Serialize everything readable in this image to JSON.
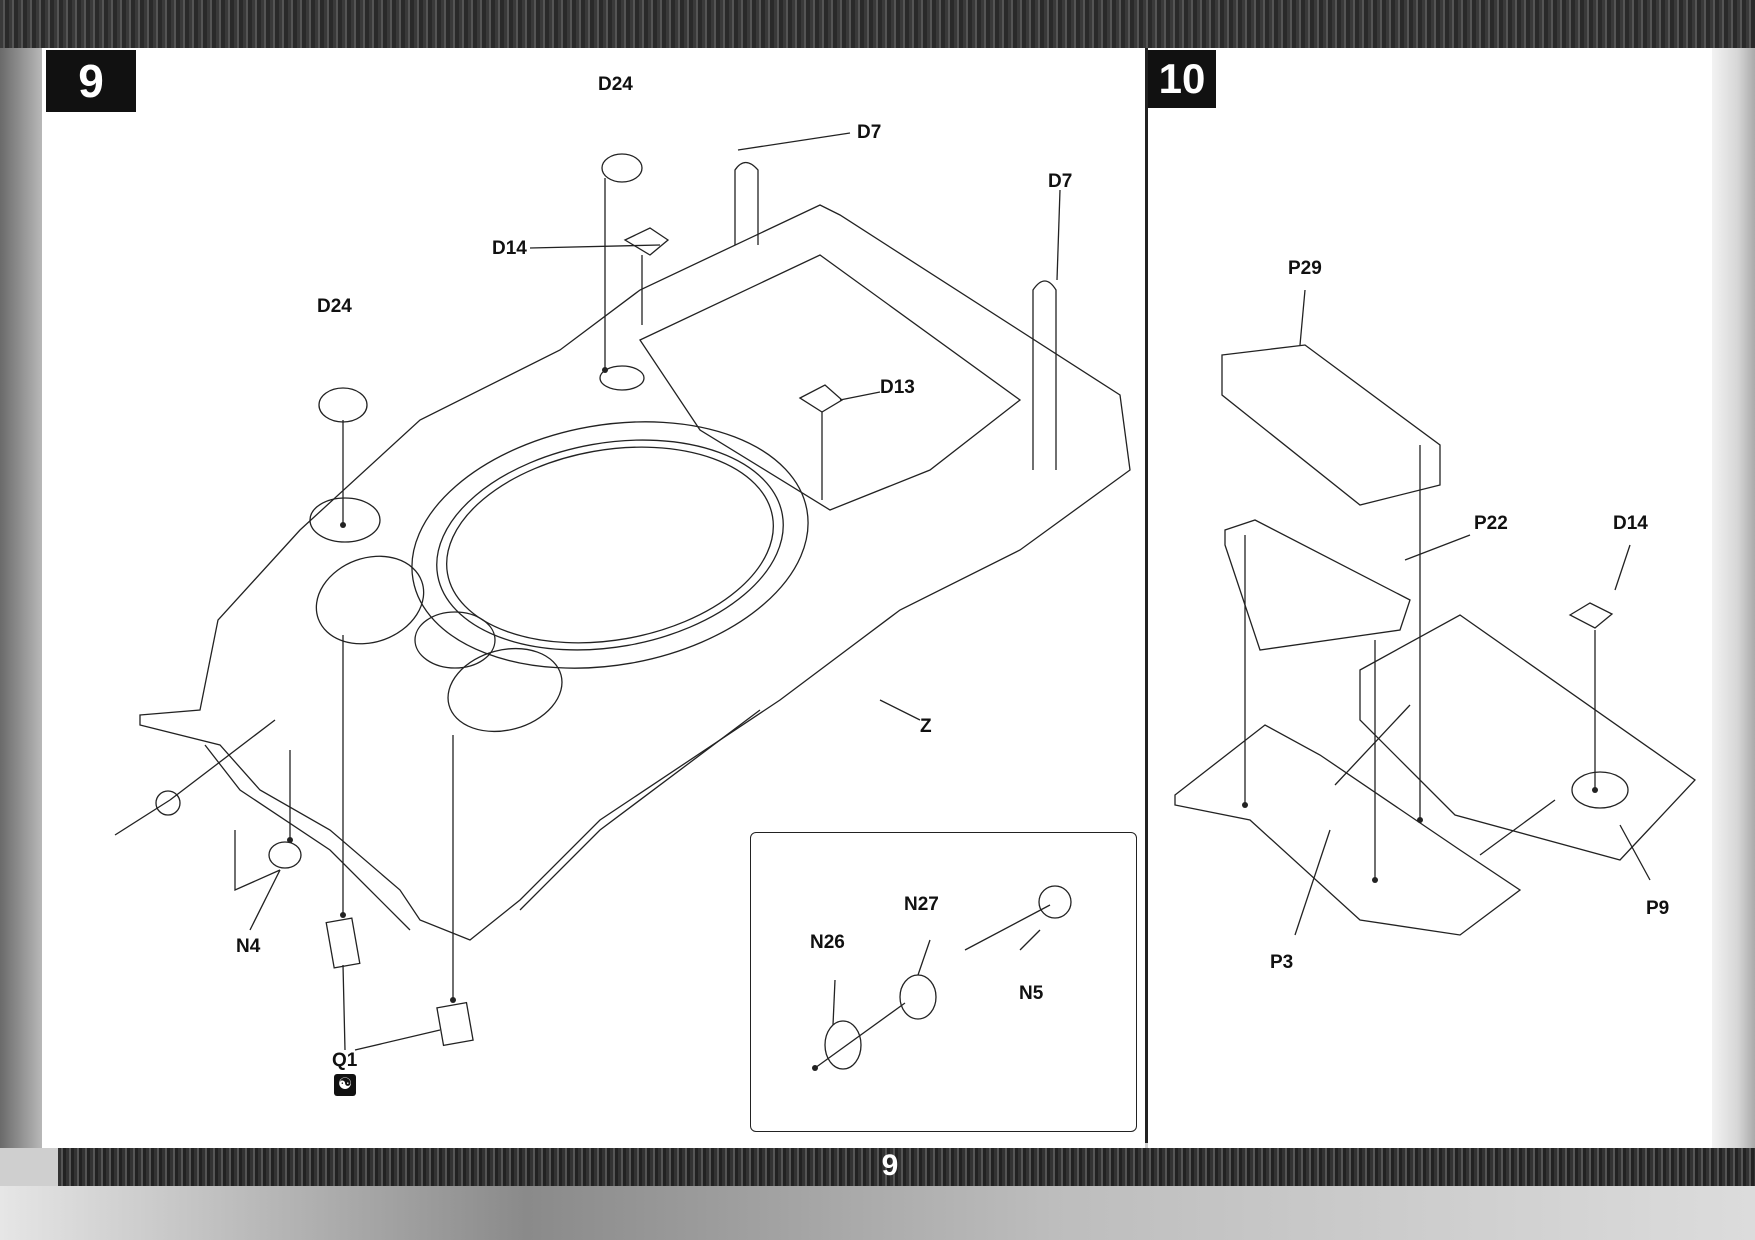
{
  "step_left": "9",
  "step_right": "10",
  "page_number": "9",
  "labels_step9": {
    "d24_top": "D24",
    "d7_top": "D7",
    "d7_right": "D7",
    "d14": "D14",
    "d24_left": "D24",
    "d13": "D13",
    "z": "Z",
    "n4": "N4",
    "q1": "Q1",
    "n27": "N27",
    "n26": "N26",
    "n5": "N5"
  },
  "labels_step10": {
    "p29": "P29",
    "p22": "P22",
    "d14": "D14",
    "p9": "P9",
    "p3": "P3"
  },
  "icons": [
    "assembly-glue-icon"
  ]
}
